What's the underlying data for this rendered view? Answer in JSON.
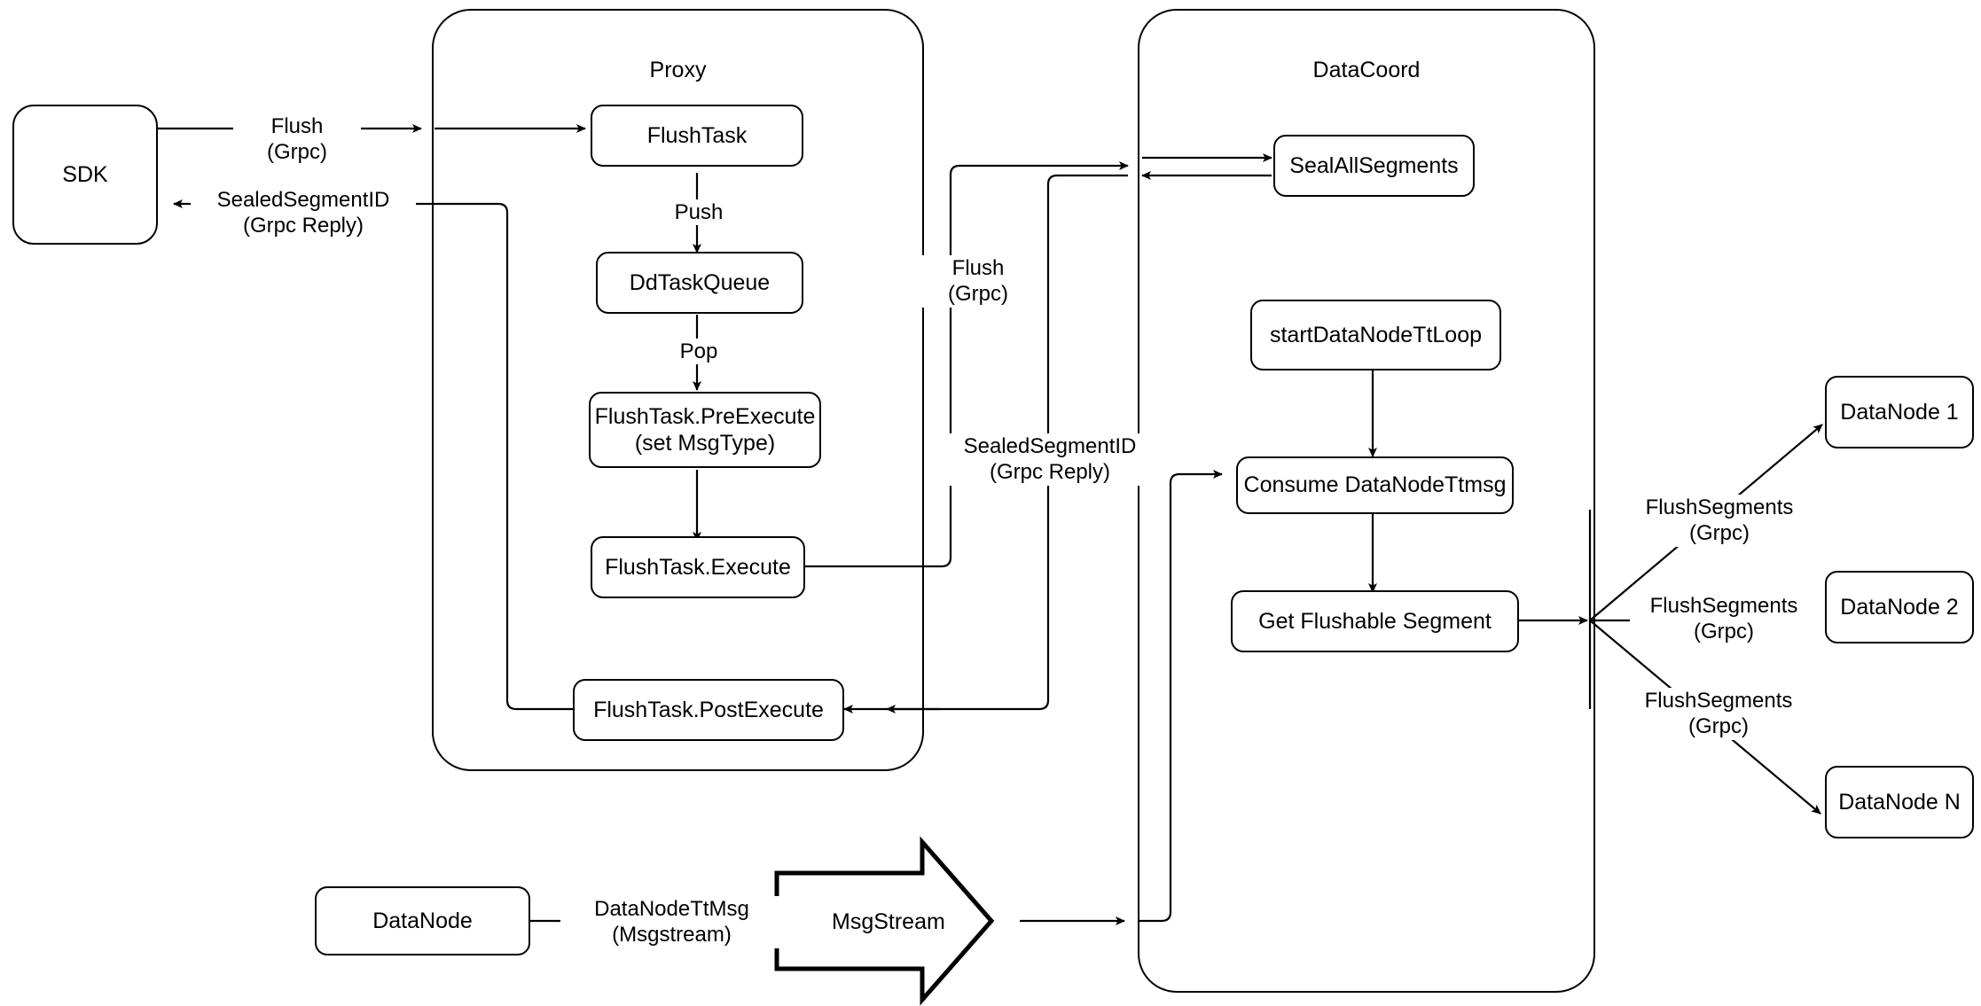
{
  "diagram": {
    "title_hidden": "",
    "stroke_color": "#000000",
    "fill_color": "#ffffff",
    "containers": [
      {
        "id": "proxy",
        "label": "Proxy"
      },
      {
        "id": "datacoord",
        "label": "DataCoord"
      }
    ],
    "nodes": [
      {
        "id": "sdk",
        "label": "SDK",
        "shape": "rounded-rect"
      },
      {
        "id": "flushtask",
        "label": "FlushTask",
        "shape": "rounded-rect"
      },
      {
        "id": "ddtaskqueue",
        "label": "DdTaskQueue",
        "shape": "rounded-rect"
      },
      {
        "id": "preexecute",
        "label": "FlushTask.PreExecute\n(set MsgType)",
        "shape": "rounded-rect"
      },
      {
        "id": "execute",
        "label": "FlushTask.Execute",
        "shape": "rounded-rect"
      },
      {
        "id": "postexecute",
        "label": "FlushTask.PostExecute",
        "shape": "rounded-rect"
      },
      {
        "id": "sealallsegments",
        "label": "SealAllSegments",
        "shape": "rounded-rect"
      },
      {
        "id": "startdatanodettloop",
        "label": "startDataNodeTtLoop",
        "shape": "rounded-rect"
      },
      {
        "id": "consumedatanodettmsg",
        "label": "Consume DataNodeTtmsg",
        "shape": "rounded-rect"
      },
      {
        "id": "getflushablesegment",
        "label": "Get Flushable Segment",
        "shape": "rounded-rect"
      },
      {
        "id": "datanode1",
        "label": "DataNode 1",
        "shape": "rounded-rect"
      },
      {
        "id": "datanode2",
        "label": "DataNode 2",
        "shape": "rounded-rect"
      },
      {
        "id": "datanoden",
        "label": "DataNode N",
        "shape": "rounded-rect"
      },
      {
        "id": "datanode",
        "label": "DataNode",
        "shape": "rounded-rect"
      },
      {
        "id": "msgstream",
        "label": "MsgStream",
        "shape": "block-arrow"
      }
    ],
    "edge_labels": [
      {
        "id": "sdk-to-proxy",
        "text": "Flush\n(Grpc)"
      },
      {
        "id": "proxy-to-sdk",
        "text": "SealedSegmentID\n(Grpc Reply)"
      },
      {
        "id": "flushtask-push",
        "text": "Push"
      },
      {
        "id": "ddtaskqueue-pop",
        "text": "Pop"
      },
      {
        "id": "proxy-to-datacoord",
        "text": "Flush\n(Grpc)"
      },
      {
        "id": "datacoord-to-proxy",
        "text": "SealedSegmentID\n(Grpc Reply)"
      },
      {
        "id": "datanode-to-msgstream",
        "text": "DataNodeTtMsg\n(Msgstream)"
      },
      {
        "id": "flushsegments-1",
        "text": "FlushSegments\n(Grpc)"
      },
      {
        "id": "flushsegments-2",
        "text": "FlushSegments\n(Grpc)"
      },
      {
        "id": "flushsegments-n",
        "text": "FlushSegments\n(Grpc)"
      }
    ]
  }
}
